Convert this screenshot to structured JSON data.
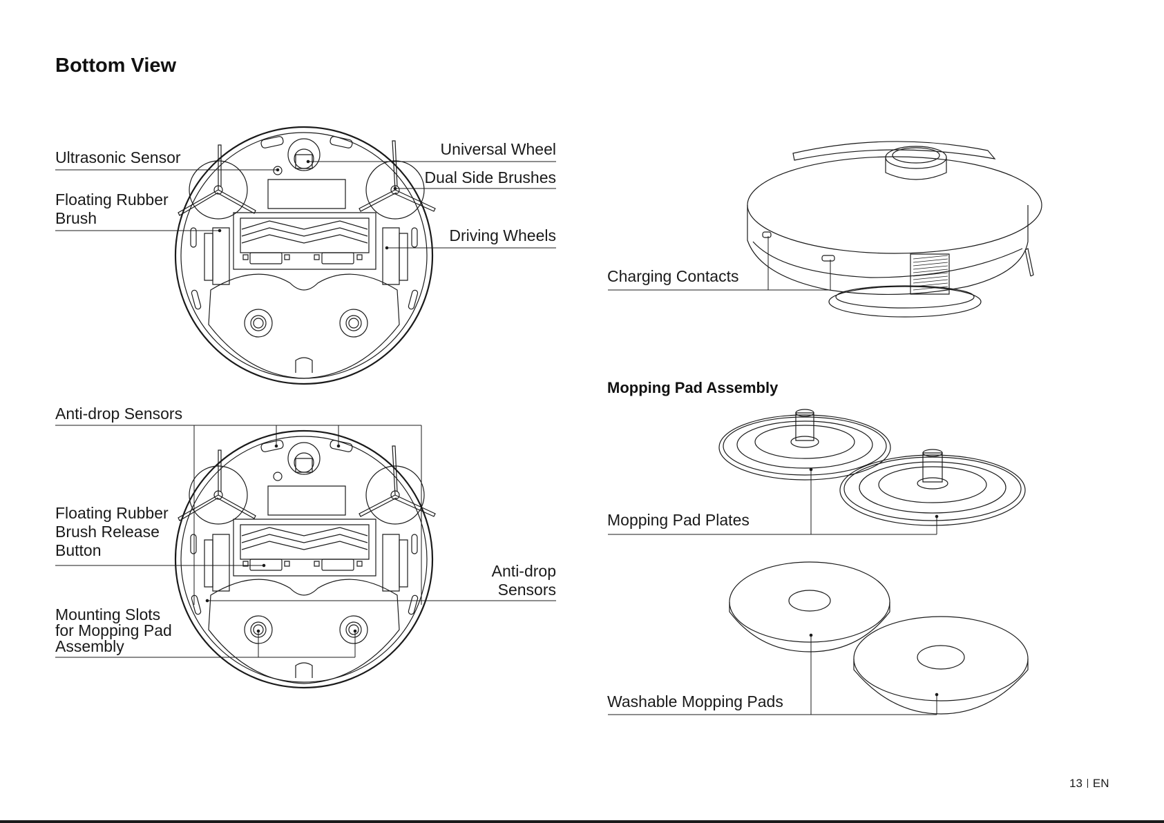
{
  "page": {
    "title": "Bottom View",
    "number": "13",
    "lang": "EN"
  },
  "bottom_view_top": {
    "ultrasonic_sensor": "Ultrasonic Sensor",
    "floating_rubber_brush": [
      "Floating Rubber",
      "Brush"
    ],
    "universal_wheel": "Universal Wheel",
    "dual_side_brushes": "Dual Side Brushes",
    "driving_wheels": "Driving Wheels"
  },
  "bottom_view_bottom": {
    "anti_drop_sensors_top": "Anti-drop Sensors",
    "brush_release_button": [
      "Floating Rubber",
      "Brush Release",
      "Button"
    ],
    "anti_drop_sensors_right": [
      "Anti-drop",
      "Sensors"
    ],
    "mounting_slots": [
      "Mounting Slots",
      "for Mopping Pad",
      "Assembly"
    ]
  },
  "side_view": {
    "charging_contacts": "Charging Contacts"
  },
  "mopping": {
    "title": "Mopping Pad Assembly",
    "plates": "Mopping Pad Plates",
    "pads": "Washable Mopping Pads"
  }
}
